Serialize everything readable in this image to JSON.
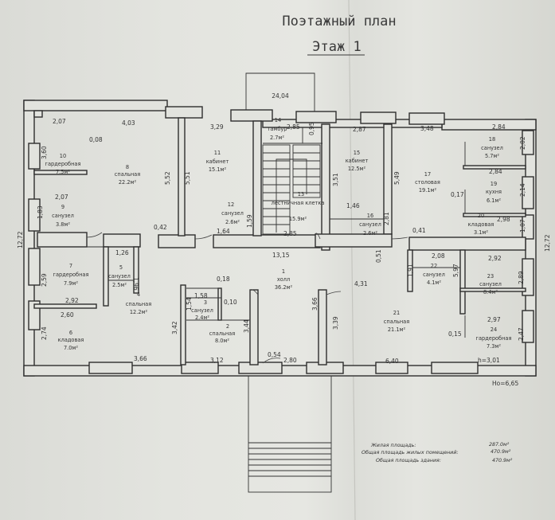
{
  "title": "Поэтажный план",
  "subtitle": "Этаж 1",
  "rooms": [
    {
      "num": "1",
      "name": "холл",
      "area": "36.2м²"
    },
    {
      "num": "2",
      "name": "спальная",
      "area": "8.0м²"
    },
    {
      "num": "3",
      "name": "санузел",
      "area": "2.4м²"
    },
    {
      "num": "4",
      "name": "спальная",
      "area": "12.2м²"
    },
    {
      "num": "5",
      "name": "санузел",
      "area": "2.5м²"
    },
    {
      "num": "6",
      "name": "кладовая",
      "area": "7.0м²"
    },
    {
      "num": "7",
      "name": "гардеробная",
      "area": "7.9м²"
    },
    {
      "num": "8",
      "name": "спальная",
      "area": "22.2м²"
    },
    {
      "num": "9",
      "name": "санузел",
      "area": "3.8м²"
    },
    {
      "num": "10",
      "name": "гардеробная",
      "area": "7.5м²"
    },
    {
      "num": "11",
      "name": "кабинет",
      "area": "15.1м²"
    },
    {
      "num": "12",
      "name": "санузел",
      "area": "2.6м²"
    },
    {
      "num": "13",
      "name": "лестничная клетка",
      "area": "15.9м²"
    },
    {
      "num": "14",
      "name": "тамбур",
      "area": "2.7м²"
    },
    {
      "num": "15",
      "name": "кабинет",
      "area": "12.5м²"
    },
    {
      "num": "16",
      "name": "санузел",
      "area": "2.6м²"
    },
    {
      "num": "17",
      "name": "столовая",
      "area": "19.1м²"
    },
    {
      "num": "18",
      "name": "санузел",
      "area": "5.7м²"
    },
    {
      "num": "19",
      "name": "кухня",
      "area": "6.1м²"
    },
    {
      "num": "20",
      "name": "кладовая",
      "area": "3.1м²"
    },
    {
      "num": "21",
      "name": "спальная",
      "area": "21.1м²"
    },
    {
      "num": "22",
      "name": "санузел",
      "area": "4.1м²"
    },
    {
      "num": "23",
      "name": "санузел",
      "area": "8.4м²"
    },
    {
      "num": "24",
      "name": "гардеробная",
      "area": "7.3м²"
    }
  ],
  "dimensions": [
    "24,04",
    "2,07",
    "4,03",
    "3,29",
    "2,85",
    "0,95",
    "2,87",
    "3,48",
    "2,84",
    "2,02",
    "3,60",
    "0,08",
    "5,52",
    "5,51",
    "3,51",
    "5,49",
    "2,07",
    "1,83",
    "12,72",
    "12,72",
    "0,42",
    "1,64",
    "1,59",
    "2,85",
    "13,15",
    "1,46",
    "2,81",
    "0,41",
    "0,17",
    "2,98",
    "2,84",
    "2,14",
    "1,07",
    "1,26",
    "1,96",
    "2,59",
    "2,08",
    "2,92",
    "1,91",
    "5,97",
    "2,89",
    "2,92",
    "2,60",
    "2,74",
    "1,58",
    "0,18",
    "0,10",
    "1,54",
    "3,42",
    "3,44",
    "3,66",
    "3,39",
    "4,31",
    "2,97",
    "0,15",
    "2,47",
    "3,66",
    "3,12",
    "0,54",
    "2,80",
    "6,40",
    "0,51"
  ],
  "ceiling_height": "h=3,01",
  "elevation": "Hо=6,65",
  "summary": [
    {
      "label": "Жилая площадь:",
      "value": "287.0м²"
    },
    {
      "label": "Общая площадь жилых помещений:",
      "value": "470.9м²"
    },
    {
      "label": "Общая площадь здания:",
      "value": "470.9м²"
    }
  ]
}
